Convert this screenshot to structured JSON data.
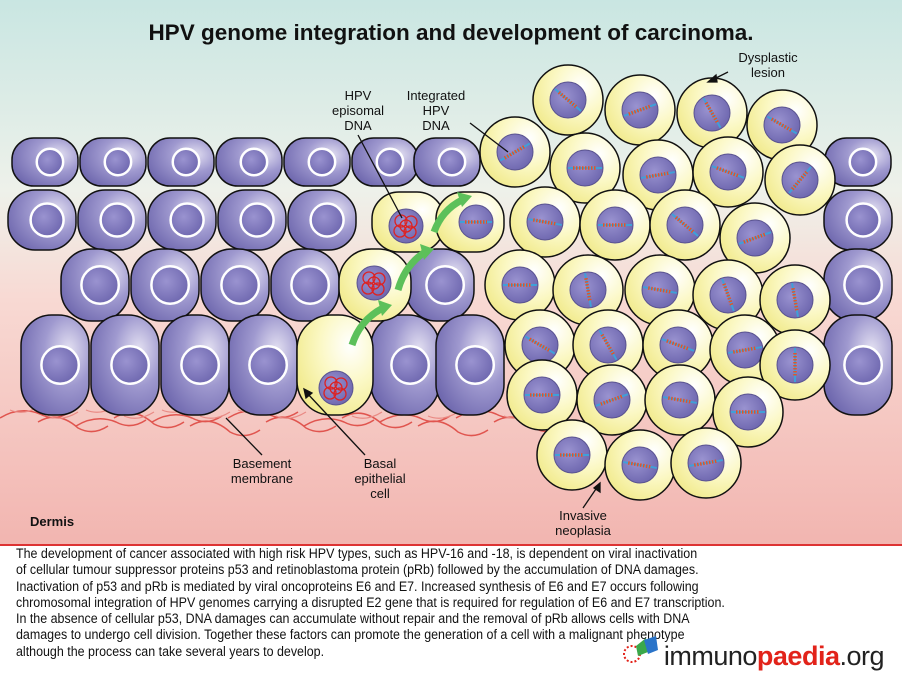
{
  "title": "HPV genome integration and development of carcinoma.",
  "labels": {
    "dysplastic": [
      "Dysplastic",
      "lesion"
    ],
    "episomal": [
      "HPV",
      "episomal",
      "DNA"
    ],
    "integrated": [
      "Integrated",
      "HPV",
      "DNA"
    ],
    "basement": [
      "Basement",
      "membrane"
    ],
    "basal": [
      "Basal",
      "epithelial",
      "cell"
    ],
    "invasive": [
      "Invasive",
      "neoplasia"
    ],
    "dermis": "Dermis"
  },
  "caption": [
    "The development of cancer associated with high risk HPV types, such as HPV-16 and -18, is dependent on viral inactivation",
    "of cellular tumour suppressor proteins p53 and retinoblastoma protein (pRb) followed by the accumulation of DNA damages.",
    "Inactivation of p53 and pRb is mediated by viral oncoproteins E6 and E7. Increased synthesis of E6 and E7 occurs following",
    "chromosomal integration of HPV genomes carrying a disrupted E2 gene that is required for regulation of E6 and E7 transcription.",
    "In the absence of cellular p53, DNA damages can accumulate without repair and the removal of pRb allows cells with DNA",
    "damages to undergo cell division. Together these factors can promote the generation of a cell with a malignant phenotype",
    "although the process can take several years to develop."
  ],
  "logo": {
    "part1": "immuno",
    "part2": "paedia",
    "part3": ".org"
  },
  "colors": {
    "normal_cell": "#8d86c4",
    "infected_cell": "#fbf7b8",
    "arrow": "#5cc05a",
    "membrane": "#e0554f",
    "logo_accent": "#e2231a"
  }
}
